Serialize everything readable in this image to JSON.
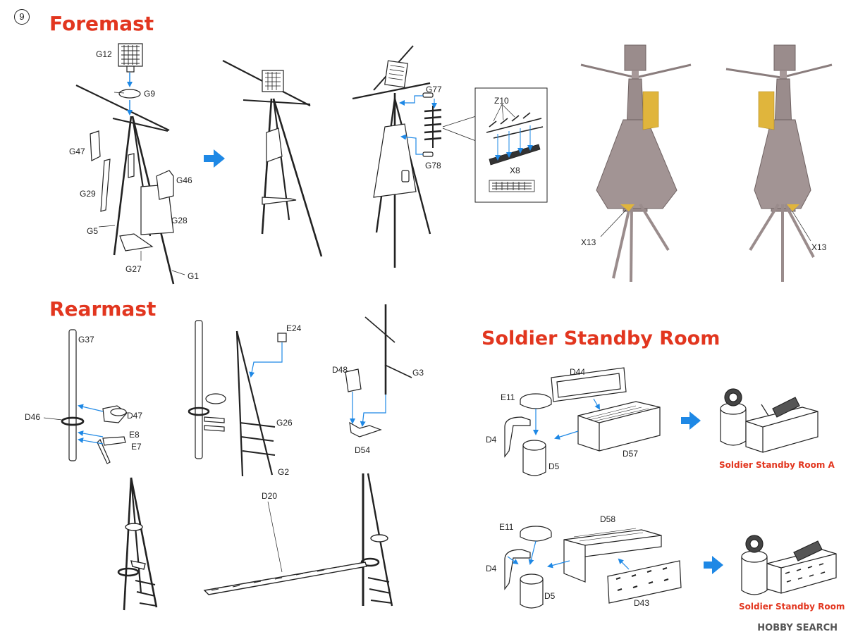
{
  "step_number": "9",
  "sections": {
    "foremast": "Foremast",
    "rearmast": "Rearmast",
    "standby": "Soldier Standby Room"
  },
  "parts": {
    "g12": "G12",
    "g9": "G9",
    "g47": "G47",
    "g46": "G46",
    "g29": "G29",
    "g28": "G28",
    "g5": "G5",
    "g27": "G27",
    "g1": "G1",
    "g77": "G77",
    "g78": "G78",
    "z10": "Z10",
    "x8": "X8",
    "x13_left": "X13",
    "x13_right": "X13",
    "g37": "G37",
    "d47": "D47",
    "d46": "D46",
    "e8": "E8",
    "e7": "E7",
    "e24": "E24",
    "g26": "G26",
    "g2": "G2",
    "d48": "D48",
    "g3": "G3",
    "d54": "D54",
    "d20": "D20",
    "d44": "D44",
    "e11_a": "E11",
    "d4_a": "D4",
    "d5_a": "D5",
    "d57": "D57",
    "d58": "D58",
    "e11_b": "E11",
    "d4_b": "D4",
    "d5_b": "D5",
    "d43": "D43"
  },
  "captions": {
    "room_a": "Soldier Standby Room A",
    "room_b": "Soldier Standby Room B"
  },
  "watermark": "HOBBY SEARCH",
  "colors": {
    "heading": "#e2361f",
    "arrow": "#1e88e5",
    "line": "#222222",
    "painted_gray": "#9a8c8c",
    "brass": "#e0b53c"
  }
}
